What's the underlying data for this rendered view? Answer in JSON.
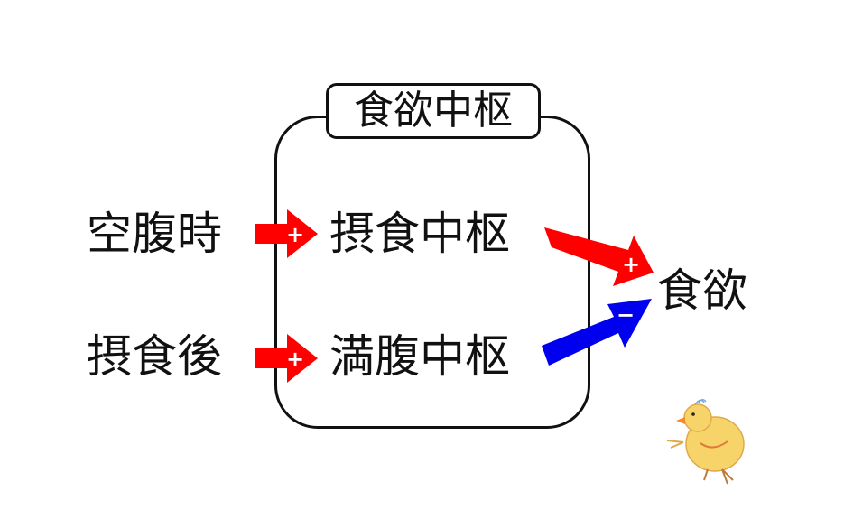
{
  "diagram": {
    "center_title": "食欲中枢",
    "inputs": [
      {
        "label": "空腹時",
        "sign": "+"
      },
      {
        "label": "摂食後",
        "sign": "+"
      }
    ],
    "centers": [
      {
        "label": "摂食中枢",
        "sign": "+"
      },
      {
        "label": "満腹中枢",
        "sign": "−"
      }
    ],
    "output": {
      "label": "食欲"
    },
    "colors": {
      "excite": "#ff0000",
      "inhibit": "#0000ee",
      "outline": "#111111",
      "chick_body": "#f7d46a",
      "chick_beak": "#f08a2a"
    }
  }
}
